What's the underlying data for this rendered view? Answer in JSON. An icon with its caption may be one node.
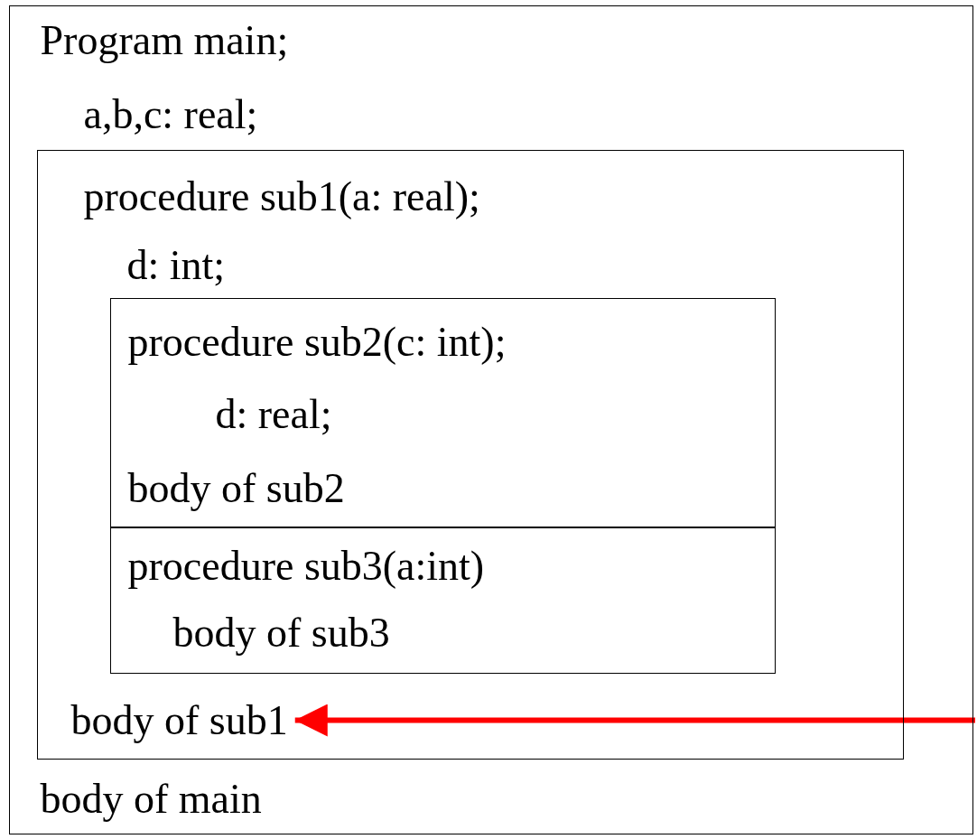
{
  "diagram": {
    "nodes": [
      {
        "text": [
          "Program main;",
          "a,b,c: real;",
          "body of main"
        ]
      },
      {
        "text": [
          "procedure sub1(a: real);",
          "d: int;"
        ],
        "in": 0
      },
      {
        "text": [
          "procedure sub2(c: int);",
          "d: real;",
          "body of sub2"
        ],
        "in": 1
      },
      {
        "text": [
          "procedure sub3(a:int)",
          "body of sub3"
        ],
        "in": 1
      },
      {
        "text": [
          "body of sub1"
        ],
        "in": 1
      }
    ],
    "edges": [
      {
        "from": null,
        "to": 4,
        "arrow": "to",
        "color": "#ff0000"
      }
    ]
  }
}
